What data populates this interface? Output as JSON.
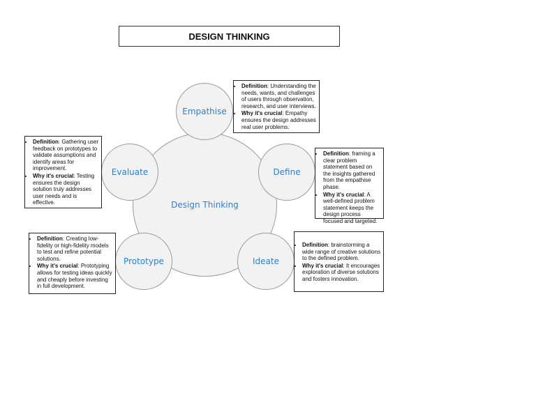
{
  "title": "DESIGN THINKING",
  "center": "Design Thinking",
  "stages": {
    "empathise": {
      "label": "Empathise",
      "def_label": "Definition",
      "def": ": Understanding the needs, wants, and challenges of users through observation, research, and user interviews.",
      "why_label": "Why it's crucial",
      "why": ": Empathy ensures the design addresses real user problems."
    },
    "define": {
      "label": "Define",
      "def_label": "Definition",
      "def": ": framing a clear problem statement based on the insights gathered from the empathise phase.",
      "why_label": "Why it's crucial",
      "why": ": A well-defined problem statement keeps the design process focused and targeted."
    },
    "ideate": {
      "label": "Ideate",
      "def_label": "Definition",
      "def": ": brainstorming a wide range of creative solutions to the defined problem.",
      "why_label": "Why it's crucial",
      "why": ": It encourages exploration of diverse solutions and fosters innovation."
    },
    "prototype": {
      "label": "Prototype",
      "def_label": "Definition",
      "def": ": Creating low-fidelity or high-fidelity models to test and refine potential solutions.",
      "why_label": "Why it's crucial",
      "why": ": Prototyping allows for testing ideas quickly and cheaply before investing in full development."
    },
    "evaluate": {
      "label": "Evaluate",
      "def_label": "Definition",
      "def": ": Gathering user feedback on prototypes to validate assumptions and identify areas for improvement.",
      "why_label": "Why it's crucial",
      "why": ": Testing ensures the design solution truly addresses user needs and is effective."
    }
  }
}
